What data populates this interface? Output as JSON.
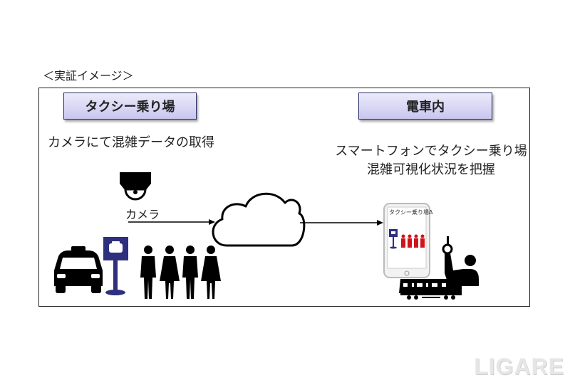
{
  "caption": "＜実証イメージ＞",
  "left_section": {
    "title": "タクシー乗り場",
    "description": "カメラにて混雑データの取得",
    "camera_label": "カメラ",
    "icons": [
      "camera-icon",
      "taxi-icon",
      "taxi-stand-sign-icon",
      "people-queue-icon"
    ]
  },
  "center": {
    "icon": "cloud-icon"
  },
  "right_section": {
    "title": "電車内",
    "description_line1": "スマートフォンでタクシー乗り場",
    "description_line2": "混雑可視化状況を把握",
    "phone_screen_text": "タクシー乗り場A",
    "icons": [
      "smartphone-icon",
      "train-icon",
      "passenger-icon"
    ]
  },
  "colors": {
    "label_fill": "#c9c6ef",
    "sign_blue": "#2e2f7f",
    "crowd_red": "#d0141a"
  },
  "watermark": "LIGARE"
}
